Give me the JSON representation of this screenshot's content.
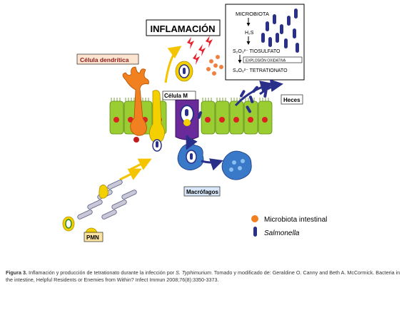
{
  "diagram": {
    "title_inflammation": "INFLAMACIÓN",
    "label_dendritic": "Célula dendrítica",
    "label_mcell": "Célula M",
    "label_feces": "Heces",
    "label_macrophages": "Macrófagos",
    "label_pmn": "PMN",
    "box": {
      "microbiota": "MICROBIOTA",
      "h2s": "H₂S",
      "thiosulfate": "S₂O₃²⁻ TIOSULFATO",
      "oxidative_burst": "EXPLOSIÓN OXIDATIVA",
      "tetrathionate": "S₄O₆²⁻ TETRATIONATO"
    },
    "legend": {
      "microbiota": "Microbiota intestinal",
      "salmonella": "Salmonella"
    },
    "colors": {
      "epithelium": "#9acd32",
      "nucleus": "#dd2222",
      "dendritic": "#f08020",
      "salmonella": "#2a2f8a",
      "lightning": "#e8202a",
      "yellow": "#f5d000",
      "macrophage": "#3a78c8",
      "mcell": "#6a2a9a"
    }
  },
  "caption": {
    "figure_label": "Figura 3.",
    "text_before_italic": " Inflamación y producción de tetrationato durante la infección por ",
    "italic_species": "S. Typhimurium",
    "text_after_italic": ". Tomado y modificado de: Geraldine O. Canny and Beth A. McCormick. Bacteria in the intestine, Helpful Residents or Enemies from Within? Infect Immun 2008;76(8):3350-3373."
  }
}
